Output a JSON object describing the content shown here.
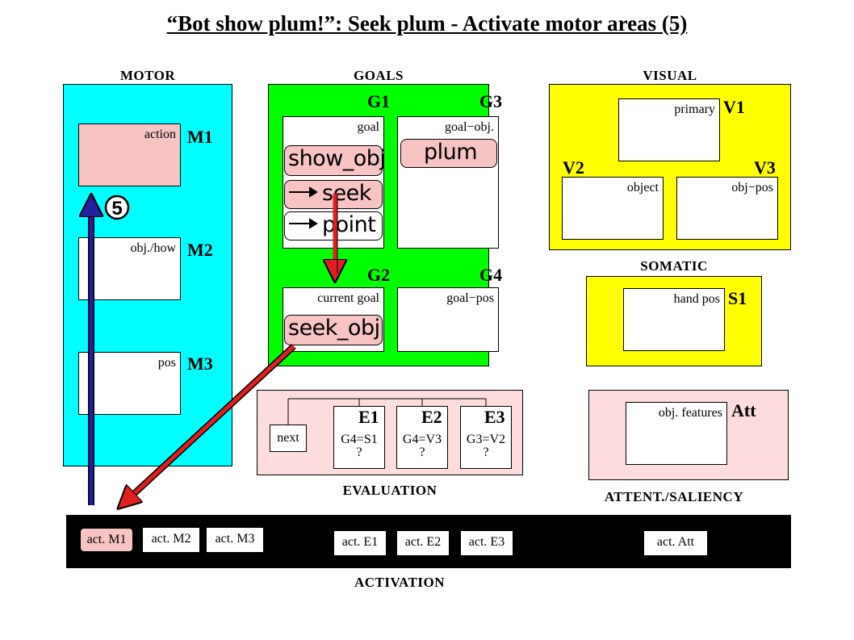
{
  "title": "“Bot show plum!”:  Seek plum - Activate motor areas (5)",
  "sections": {
    "motor": "MOTOR",
    "goals": "GOALS",
    "visual": "VISUAL",
    "somatic": "SOMATIC",
    "evaluation": "EVALUATION",
    "attention": "ATTENT./SALIENCY",
    "activation": "ACTIVATION"
  },
  "motor": {
    "m1": {
      "id": "M1",
      "label": "action"
    },
    "m2": {
      "id": "M2",
      "label": "obj./how"
    },
    "m3": {
      "id": "M3",
      "label": "pos"
    },
    "step": "5"
  },
  "goals": {
    "g1": {
      "id": "G1",
      "label": "goal",
      "items": [
        "show_obj",
        "seek",
        "point"
      ]
    },
    "g3": {
      "id": "G3",
      "label": "goal−obj.",
      "value": "plum"
    },
    "g2": {
      "id": "G2",
      "label": "current goal",
      "value": "seek_obj"
    },
    "g4": {
      "id": "G4",
      "label": "goal−pos"
    }
  },
  "visual": {
    "v1": {
      "id": "V1",
      "label": "primary"
    },
    "v2": {
      "id": "V2",
      "label": "object"
    },
    "v3": {
      "id": "V3",
      "label": "obj−pos"
    }
  },
  "somatic": {
    "s1": {
      "id": "S1",
      "label": "hand pos"
    }
  },
  "evaluation": {
    "next": "next",
    "e1": {
      "id": "E1",
      "expr": "G4=S1",
      "q": "?"
    },
    "e2": {
      "id": "E2",
      "expr": "G4=V3",
      "q": "?"
    },
    "e3": {
      "id": "E3",
      "expr": "G3=V2",
      "q": "?"
    }
  },
  "attention": {
    "id": "Att",
    "label": "obj. features"
  },
  "activation": {
    "items": [
      "act. M1",
      "act. M2",
      "act. M3",
      "act. E1",
      "act. E2",
      "act. E3",
      "act. Att"
    ]
  },
  "colors": {
    "motor_panel": "#00ffff",
    "goals_panel": "#00ff00",
    "visual_panel": "#ffff00",
    "pink_panel": "#fcdcdc",
    "highlight": "#f7c3c3",
    "blue_arrow": "#2020a0",
    "red_arrow": "#e02020"
  }
}
